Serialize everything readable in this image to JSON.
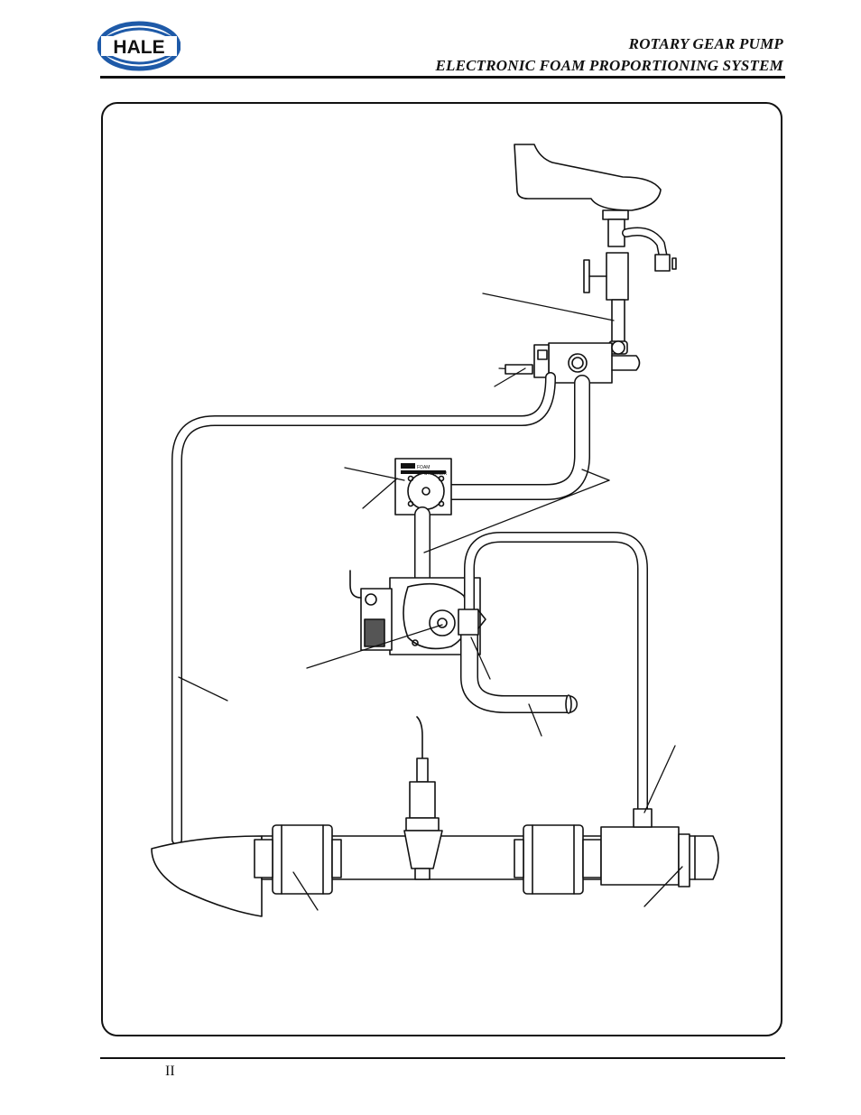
{
  "header": {
    "logo_text": "HALE",
    "title_line1": "ROTARY GEAR PUMP",
    "title_line2": "ELECTRONIC FOAM PROPORTIONING SYSTEM"
  },
  "figure": {
    "strainer_label_line1": "FOAM",
    "strainer_label_line2": "STRAINER"
  },
  "footer": {
    "page_number": "II"
  }
}
